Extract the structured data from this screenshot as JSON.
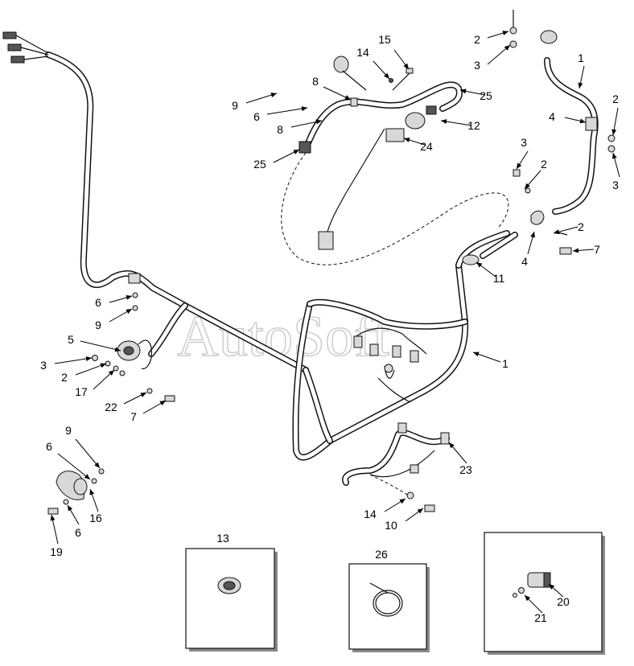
{
  "watermark": "AutoSoft",
  "callouts": [
    {
      "id": "c-1a",
      "text": "1"
    },
    {
      "id": "c-1b",
      "text": "1"
    },
    {
      "id": "c-2a",
      "text": "2"
    },
    {
      "id": "c-2b",
      "text": "2"
    },
    {
      "id": "c-2c",
      "text": "2"
    },
    {
      "id": "c-2d",
      "text": "2"
    },
    {
      "id": "c-2e",
      "text": "2"
    },
    {
      "id": "c-3a",
      "text": "3"
    },
    {
      "id": "c-3b",
      "text": "3"
    },
    {
      "id": "c-3c",
      "text": "3"
    },
    {
      "id": "c-3d",
      "text": "3"
    },
    {
      "id": "c-4a",
      "text": "4"
    },
    {
      "id": "c-4b",
      "text": "4"
    },
    {
      "id": "c-5",
      "text": "5"
    },
    {
      "id": "c-6a",
      "text": "6"
    },
    {
      "id": "c-6b",
      "text": "6"
    },
    {
      "id": "c-6c",
      "text": "6"
    },
    {
      "id": "c-6d",
      "text": "6"
    },
    {
      "id": "c-7a",
      "text": "7"
    },
    {
      "id": "c-7b",
      "text": "7"
    },
    {
      "id": "c-8a",
      "text": "8"
    },
    {
      "id": "c-8b",
      "text": "8"
    },
    {
      "id": "c-9a",
      "text": "9"
    },
    {
      "id": "c-9b",
      "text": "9"
    },
    {
      "id": "c-9c",
      "text": "9"
    },
    {
      "id": "c-10",
      "text": "10"
    },
    {
      "id": "c-11",
      "text": "11"
    },
    {
      "id": "c-12",
      "text": "12"
    },
    {
      "id": "c-13",
      "text": "13"
    },
    {
      "id": "c-14a",
      "text": "14"
    },
    {
      "id": "c-14b",
      "text": "14"
    },
    {
      "id": "c-15",
      "text": "15"
    },
    {
      "id": "c-16",
      "text": "16"
    },
    {
      "id": "c-17",
      "text": "17"
    },
    {
      "id": "c-19",
      "text": "19"
    },
    {
      "id": "c-20",
      "text": "20"
    },
    {
      "id": "c-21",
      "text": "21"
    },
    {
      "id": "c-22",
      "text": "22"
    },
    {
      "id": "c-23",
      "text": "23"
    },
    {
      "id": "c-24",
      "text": "24"
    },
    {
      "id": "c-25a",
      "text": "25"
    },
    {
      "id": "c-25b",
      "text": "25"
    },
    {
      "id": "c-26",
      "text": "26"
    }
  ]
}
